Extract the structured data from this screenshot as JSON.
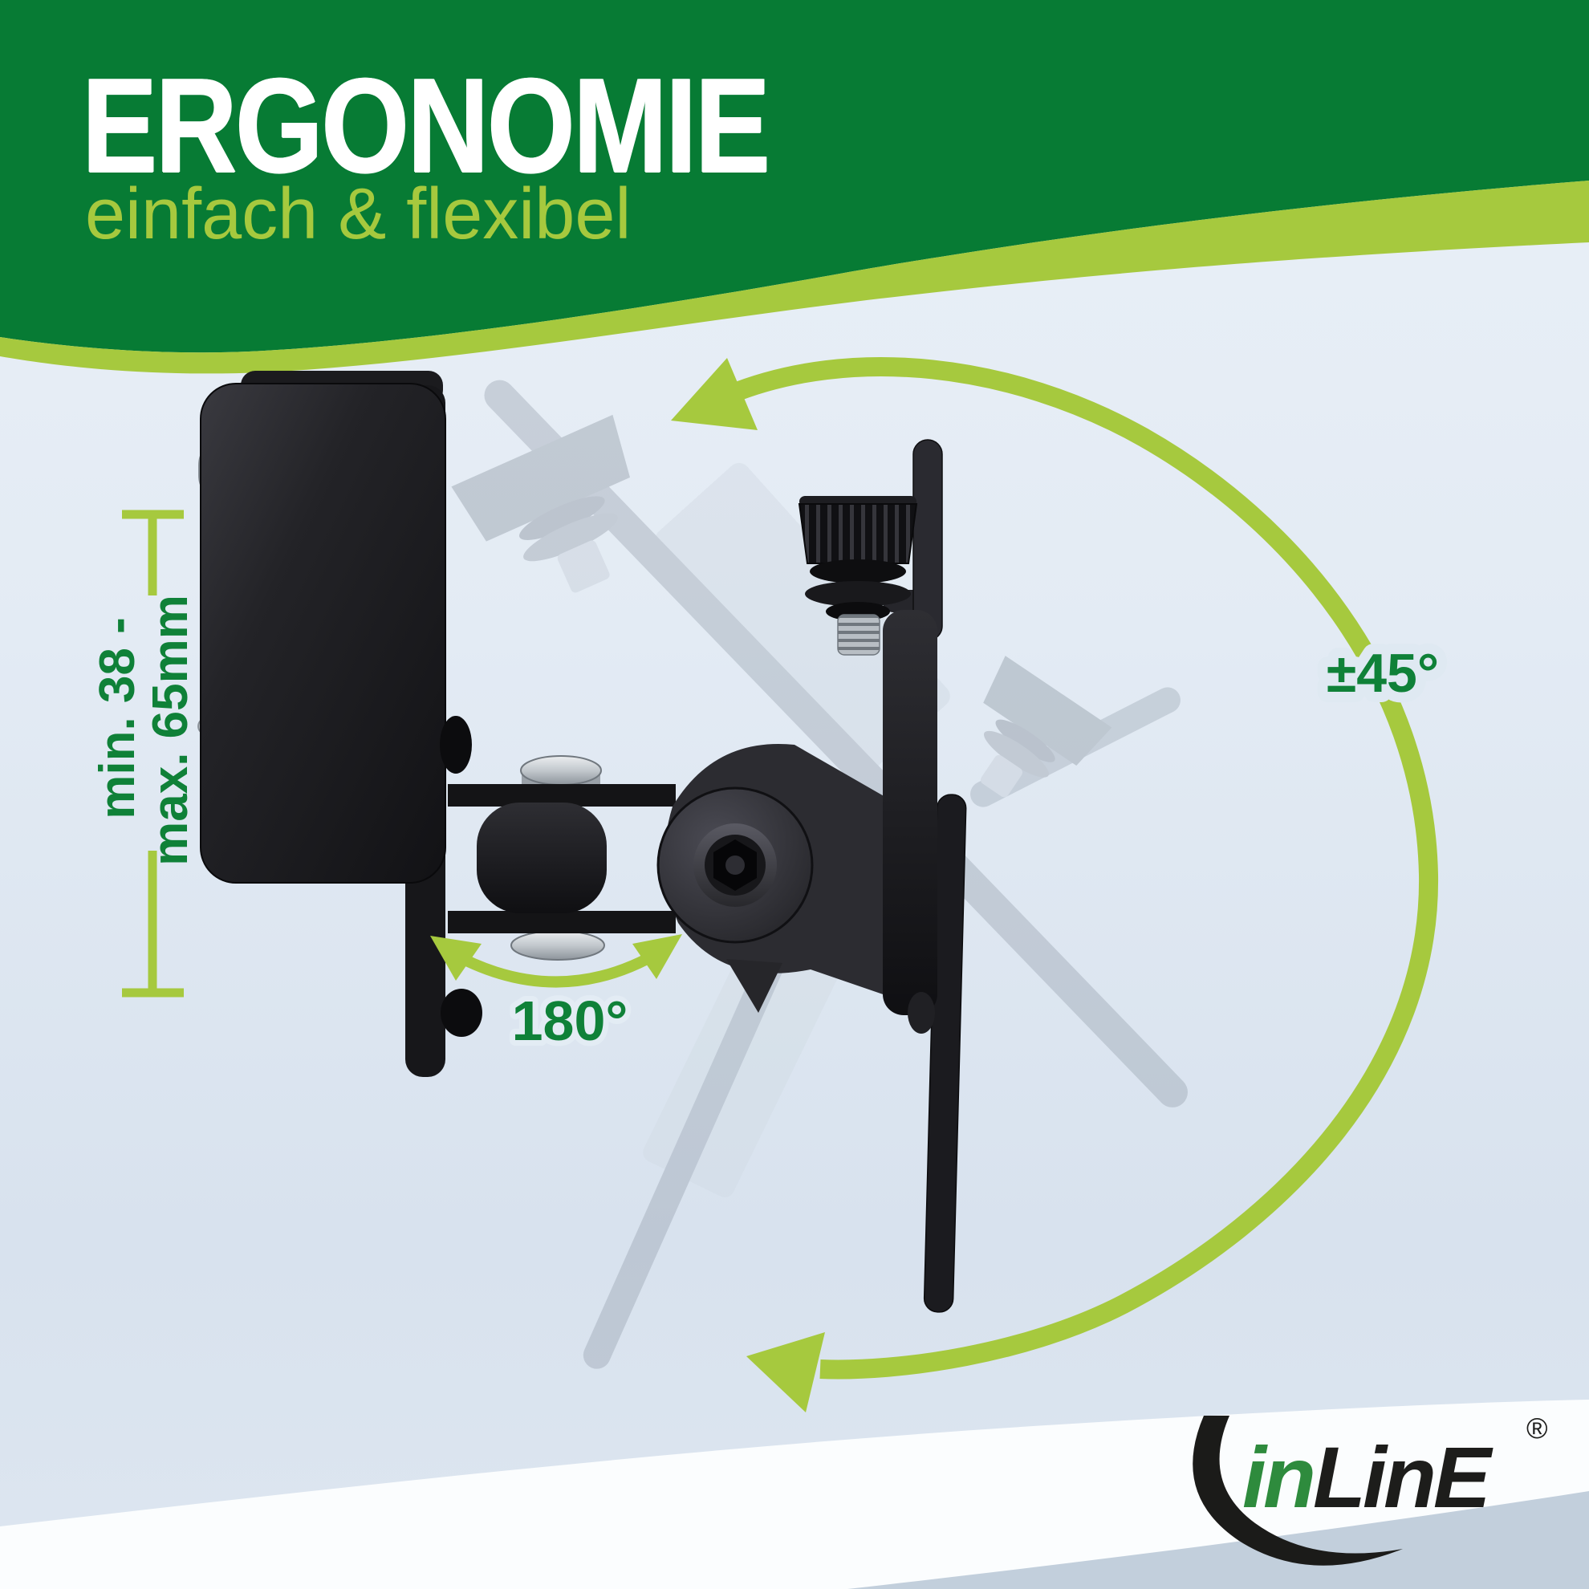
{
  "page": {
    "type": "product-ergonomics-infographic",
    "language": "de"
  },
  "header": {
    "title": "ERGONOMIE",
    "subtitle": "einfach & flexibel"
  },
  "annotations": {
    "tilt_range_label": "±45°",
    "swivel_range_label": "180°",
    "clamp_range_line1": "min. 38 -",
    "clamp_range_line2": "max. 65mm"
  },
  "logo": {
    "brand_part_green": "in",
    "brand_part_dark": "LinE",
    "registered_mark": "®"
  },
  "colors": {
    "header_green": "#077b34",
    "lime_green": "#a6c93e",
    "label_green": "#0f8138",
    "background_top": "#eaf0f7",
    "background_bottom": "#d8e2ee",
    "product_black": "#141417",
    "metal_silver": "#c9ced3",
    "logo_green": "#2e8b3d",
    "logo_dark": "#1d1d1b"
  }
}
